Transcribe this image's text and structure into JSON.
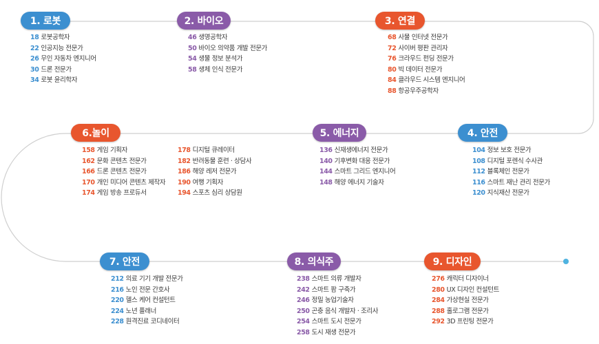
{
  "colors": {
    "blue": "#3c8fd0",
    "purple": "#8a5ba8",
    "red": "#e8562e",
    "track": "#cfcfcf",
    "end_dot": "#4fb3e0"
  },
  "stages": [
    {
      "title": "1. 로봇",
      "color": "blue",
      "items": [
        {
          "num": "18",
          "text": "로봇공학자"
        },
        {
          "num": "22",
          "text": "인공지능 전문가"
        },
        {
          "num": "26",
          "text": "무인 자동차 엔지니어"
        },
        {
          "num": "30",
          "text": "드론 전문가"
        },
        {
          "num": "34",
          "text": "로봇 윤리학자"
        }
      ]
    },
    {
      "title": "2. 바이오",
      "color": "purple",
      "items": [
        {
          "num": "46",
          "text": "생명공학자"
        },
        {
          "num": "50",
          "text": "바이오 의약품 개발 전문가"
        },
        {
          "num": "54",
          "text": "생물 정보 분석가"
        },
        {
          "num": "58",
          "text": "생체 인식 전문가"
        }
      ]
    },
    {
      "title": "3. 연결",
      "color": "red",
      "items": [
        {
          "num": "68",
          "text": "사물 인터넷 전문가"
        },
        {
          "num": "72",
          "text": "사이버 평판 관리자"
        },
        {
          "num": "76",
          "text": "크라우드 펀딩 전문가"
        },
        {
          "num": "80",
          "text": "빅 데이터 전문가"
        },
        {
          "num": "84",
          "text": "클라우드 시스템 엔지니어"
        },
        {
          "num": "88",
          "text": "항공우주공학자"
        }
      ]
    },
    {
      "title": "4. 안전",
      "color": "blue",
      "items": [
        {
          "num": "104",
          "text": "정보 보호 전문가"
        },
        {
          "num": "108",
          "text": "디지털 포렌식 수사관"
        },
        {
          "num": "112",
          "text": "블록체인 전문가"
        },
        {
          "num": "116",
          "text": "스마트 재난 관리 전문가"
        },
        {
          "num": "120",
          "text": "지식재산 전문가"
        }
      ]
    },
    {
      "title": "5. 에너지",
      "color": "purple",
      "items": [
        {
          "num": "136",
          "text": "신재생에너지 전문가"
        },
        {
          "num": "140",
          "text": "기후변화 대응 전문가"
        },
        {
          "num": "144",
          "text": "스마트 그리드 엔지니어"
        },
        {
          "num": "148",
          "text": "해양 에너지 기술자"
        }
      ]
    },
    {
      "title": "6.놀이",
      "color": "red",
      "items": [
        {
          "num": "158",
          "text": "게임 기획자"
        },
        {
          "num": "162",
          "text": "문화 콘텐츠 전문가"
        },
        {
          "num": "166",
          "text": "드론 콘텐츠 전문가"
        },
        {
          "num": "170",
          "text": "개인 미디어 콘텐츠 제작자"
        },
        {
          "num": "174",
          "text": "게임 방송 프로듀서"
        }
      ],
      "items2": [
        {
          "num": "178",
          "text": "디지털 큐레이터"
        },
        {
          "num": "182",
          "text": "반려동물 훈련 · 상담사"
        },
        {
          "num": "186",
          "text": "해양 레저 전문가"
        },
        {
          "num": "190",
          "text": "여행 기획자"
        },
        {
          "num": "194",
          "text": "스포츠 심리 상담원"
        }
      ]
    },
    {
      "title": "7. 안전",
      "color": "blue",
      "items": [
        {
          "num": "212",
          "text": "의료 기기 개발 전문가"
        },
        {
          "num": "216",
          "text": "노인 전문 간호사"
        },
        {
          "num": "220",
          "text": "헬스 케어 컨설턴트"
        },
        {
          "num": "224",
          "text": "노년 플래너"
        },
        {
          "num": "228",
          "text": "원격진료 코디네이터"
        }
      ]
    },
    {
      "title": "8. 의식주",
      "color": "purple",
      "items": [
        {
          "num": "238",
          "text": "스마트 의류 개발자"
        },
        {
          "num": "242",
          "text": "스마트 팜 구축가"
        },
        {
          "num": "246",
          "text": "정밀 농업기술자"
        },
        {
          "num": "250",
          "text": "곤충 음식 개발자 · 조리사"
        },
        {
          "num": "254",
          "text": "스마트 도시 전문가"
        },
        {
          "num": "258",
          "text": "도시 재생 전문가"
        }
      ]
    },
    {
      "title": "9. 디자인",
      "color": "red",
      "items": [
        {
          "num": "276",
          "text": "캐릭터 디자이너"
        },
        {
          "num": "280",
          "text": "UX 디자인 컨설턴트"
        },
        {
          "num": "284",
          "text": "가상현실 전문가"
        },
        {
          "num": "288",
          "text": "홀로그램 전문가"
        },
        {
          "num": "292",
          "text": "3D 프린팅 전문가"
        }
      ]
    }
  ]
}
